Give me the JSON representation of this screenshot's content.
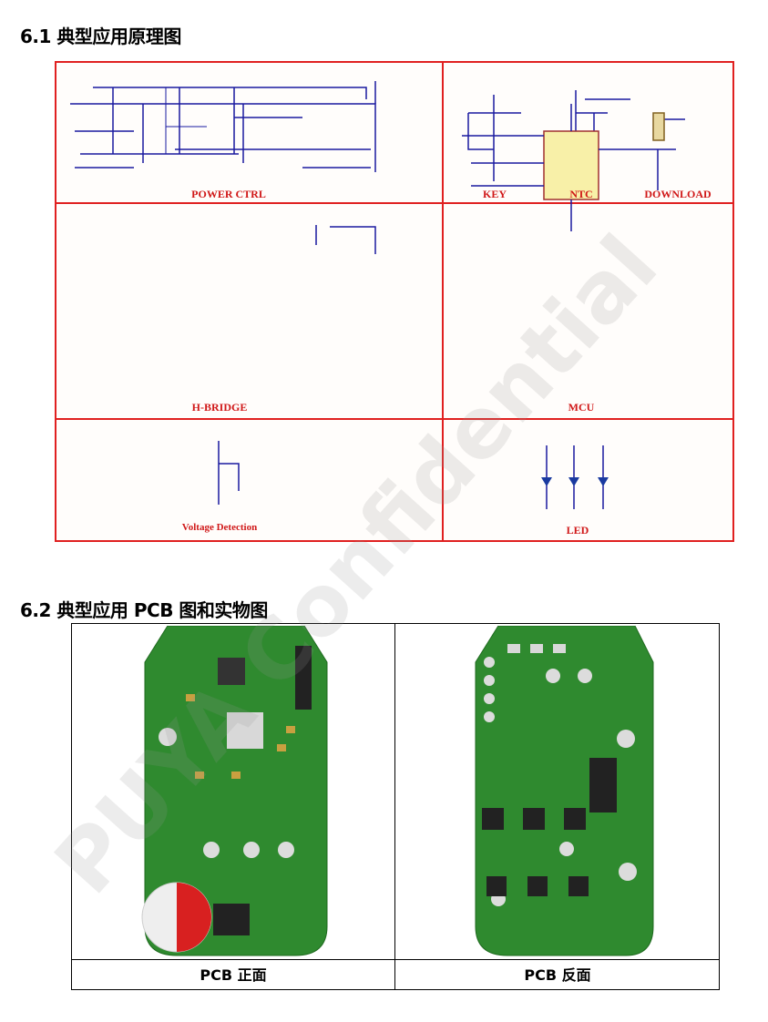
{
  "section1": {
    "title": "6.1 典型应用原理图"
  },
  "schematic": {
    "blocks": {
      "power": "POWER CTRL",
      "key": "KEY",
      "ntc": "NTC",
      "download": "DOWNLOAD",
      "hbridge": "H-BRIDGE",
      "mcu": "MCU",
      "voltage": "Voltage Detection",
      "led": "LED"
    }
  },
  "section2": {
    "title": "6.2 典型应用 PCB 图和实物图"
  },
  "pcb": {
    "front_caption": "PCB 正面",
    "back_caption": "PCB 反面"
  },
  "watermark": "PUYA Confidential"
}
